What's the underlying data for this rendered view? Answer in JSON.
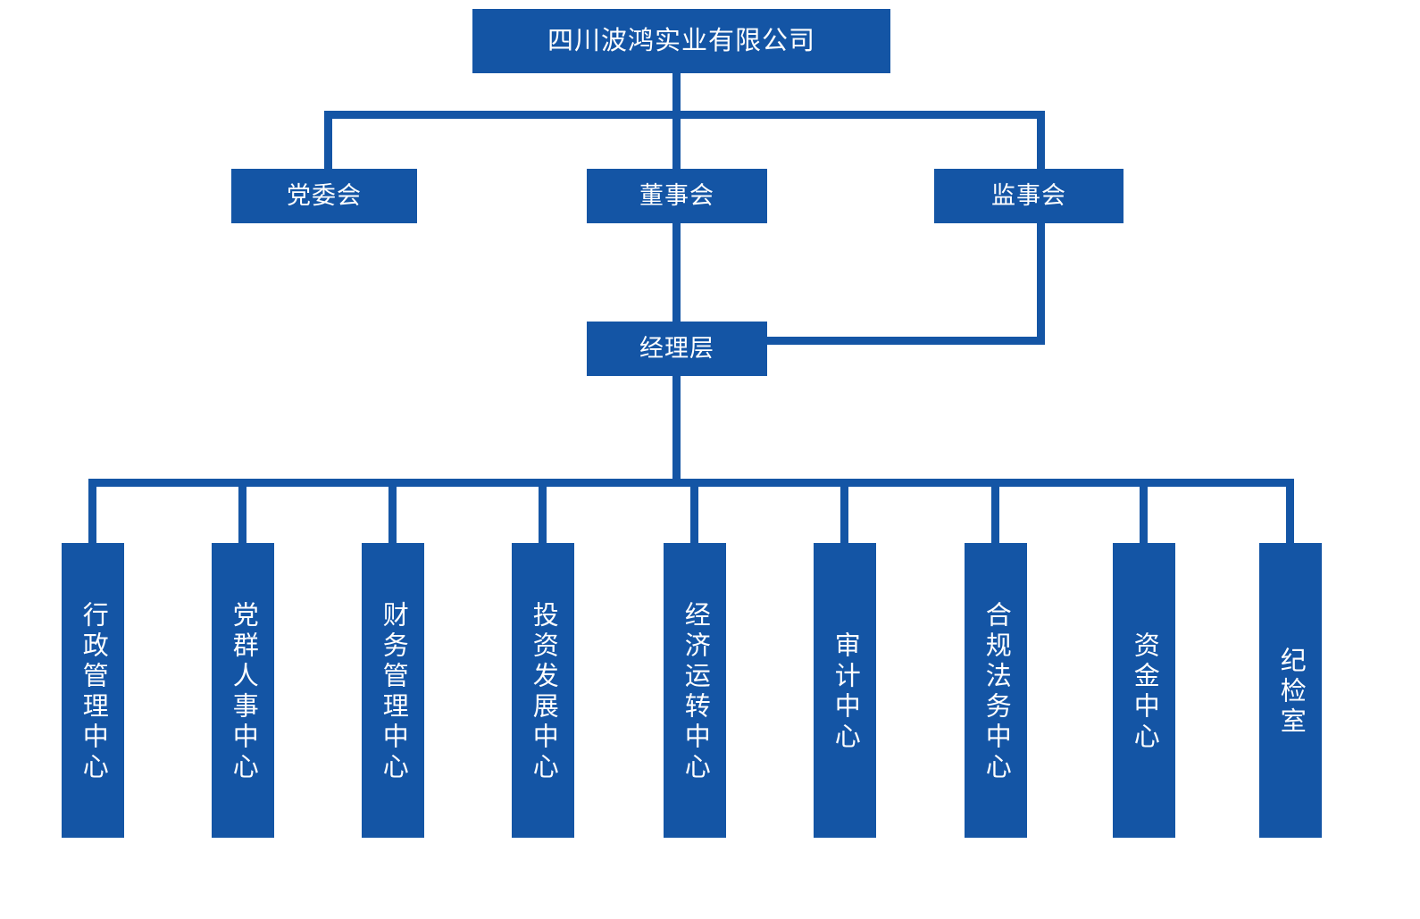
{
  "chart": {
    "title": "四川波鸿实业有限公司",
    "type": "organization-chart",
    "accent_color": "#1455A5",
    "background_color": "#FFFFFF",
    "text_color": "#FFFFFF"
  },
  "root": {
    "label": "四川波鸿实业有限公司"
  },
  "governance": [
    {
      "label": "党委会"
    },
    {
      "label": "董事会"
    },
    {
      "label": "监事会"
    }
  ],
  "management": {
    "label": "经理层"
  },
  "departments": [
    {
      "label": "行政管理中心"
    },
    {
      "label": "党群人事中心"
    },
    {
      "label": "财务管理中心"
    },
    {
      "label": "投资发展中心"
    },
    {
      "label": "经济运转中心"
    },
    {
      "label": "审计中心"
    },
    {
      "label": "合规法务中心"
    },
    {
      "label": "资金中心"
    },
    {
      "label": "纪检室"
    }
  ]
}
